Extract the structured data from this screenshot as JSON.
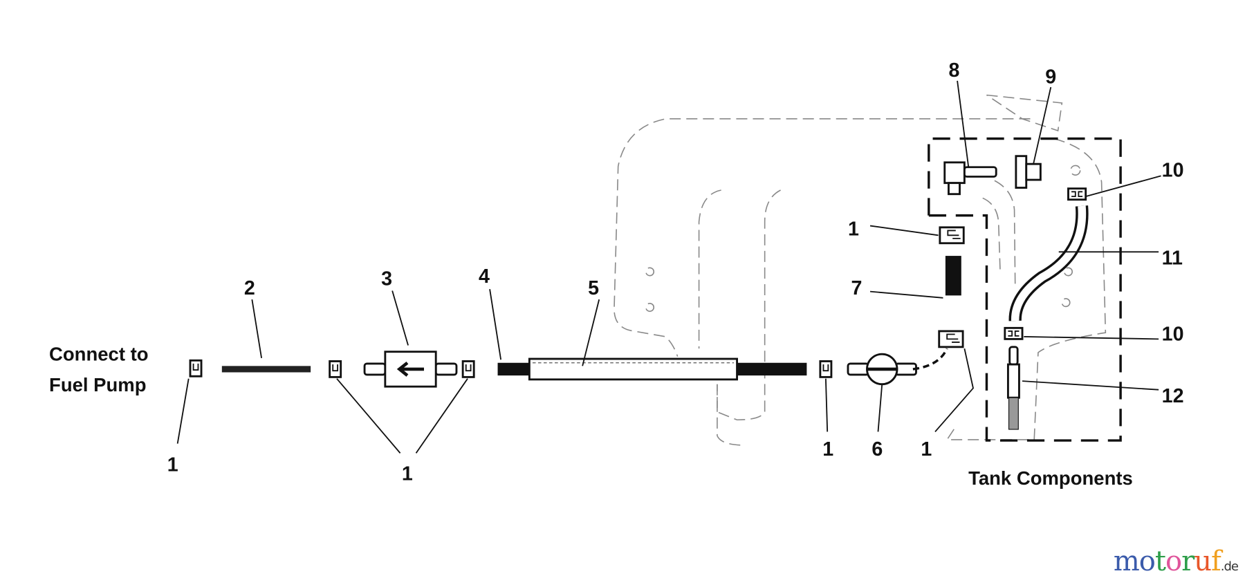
{
  "caption_left": {
    "line1": "Connect to",
    "line2": "Fuel Pump"
  },
  "caption_tank": "Tank Components",
  "callouts": {
    "clip_a": "1",
    "hose_2": "2",
    "clips_bc": "1",
    "filter_3": "3",
    "hose_4": "4",
    "sleeve_5": "5",
    "clip_d": "1",
    "valve_6": "6",
    "clip_e": "1",
    "hose_7": "7",
    "clip_f": "1",
    "fitting_8": "8",
    "cap_9": "9",
    "clip_10a": "10",
    "hose_11": "11",
    "clip_10b": "10",
    "filter_12": "12"
  },
  "watermark": {
    "letters": [
      "m",
      "o",
      "t",
      "o",
      "r",
      "u",
      "f"
    ],
    "suffix": ".de",
    "colors": [
      "#3b5bab",
      "#3b5bab",
      "#2e9e4a",
      "#e0559b",
      "#2e9e4a",
      "#e8572a",
      "#f0a020"
    ]
  }
}
